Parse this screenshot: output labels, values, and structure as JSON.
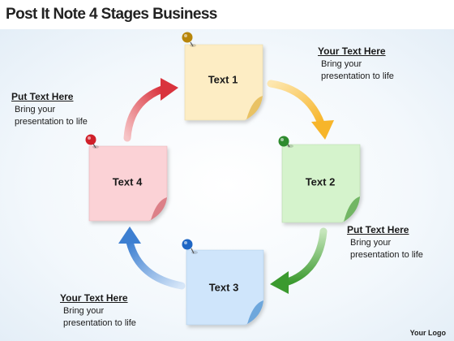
{
  "title": "Post It Note 4 Stages Business",
  "notes": [
    {
      "label": "Text 1",
      "color": "#fdedc4",
      "fold": "#e9c264",
      "pin": "#b8860b"
    },
    {
      "label": "Text 2",
      "color": "#d5f3cc",
      "fold": "#72b664",
      "pin": "#2e8b2e"
    },
    {
      "label": "Text 3",
      "color": "#cfe5fb",
      "fold": "#6ea7dc",
      "pin": "#1e66c4"
    },
    {
      "label": "Text 4",
      "color": "#fbd2d6",
      "fold": "#dc8088",
      "pin": "#d0202a"
    }
  ],
  "callouts": [
    {
      "heading": "Your Text Here",
      "body": "Bring your presentation to life"
    },
    {
      "heading": "Put Text Here",
      "body": "Bring your presentation to life"
    },
    {
      "heading": "Your Text Here",
      "body": "Bring your presentation to life"
    },
    {
      "heading": "Put Text Here",
      "body": "Bring your presentation to life"
    }
  ],
  "arrows": [
    {
      "from": "Text 1",
      "to": "Text 2",
      "color": "#f7b52a"
    },
    {
      "from": "Text 2",
      "to": "Text 3",
      "color": "#3b9a2f"
    },
    {
      "from": "Text 3",
      "to": "Text 4",
      "color": "#3d7fd1"
    },
    {
      "from": "Text 4",
      "to": "Text 1",
      "color": "#d9333d"
    }
  ],
  "logo": "Your Logo"
}
